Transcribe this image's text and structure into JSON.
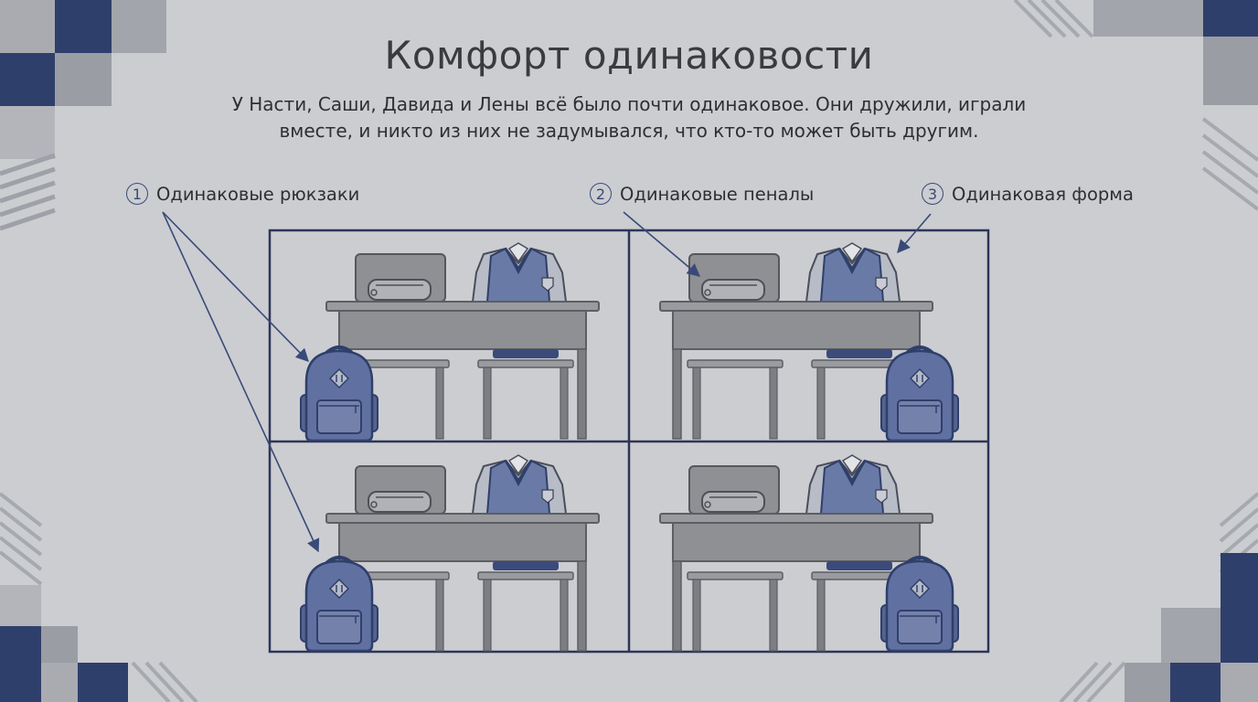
{
  "slide": {
    "title": "Комфорт одинаковости",
    "subtitle_line1": "У Насти, Саши, Давида и Лены всё было почти одинаковое. Они дружили, играли",
    "subtitle_line2": "вместе, и никто из них не задумывался, что кто-то может быть другим."
  },
  "callouts": [
    {
      "number": "1",
      "label": "Одинаковые рюкзаки"
    },
    {
      "number": "2",
      "label": "Одинаковые пеналы"
    },
    {
      "number": "3",
      "label": "Одинаковая форма"
    }
  ],
  "colors": {
    "background": "#cbcdd1",
    "accent_navy": "#2f3f6b",
    "backpack": "#5f6f9a",
    "desk": "#8a8b8f",
    "frame": "#2d3558"
  }
}
